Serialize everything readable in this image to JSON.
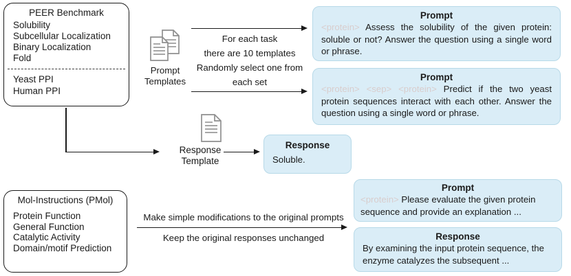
{
  "colors": {
    "panel_fill": "#daedf7",
    "panel_border": "#b7d9e8",
    "tag_text": "#d8cdcd",
    "outline": "#1a1a1a",
    "icon_gray": "#8f8f8f"
  },
  "peer": {
    "title": "PEER Benchmark",
    "tasks": [
      "Solubility",
      "Subcellular Localization",
      "Binary Localization",
      "Fold"
    ],
    "ppi_tasks": [
      "Yeast PPI",
      "Human PPI"
    ]
  },
  "prompt_templates_label": {
    "line1": "Prompt",
    "line2": "Templates"
  },
  "selection_note": {
    "lines": [
      "For each task",
      "there are 10 templates",
      "Randomly select one from",
      "each set"
    ]
  },
  "prompt1": {
    "title": "Prompt",
    "tag1": "<protein>",
    "text": "Assess the solubility of the given protein: soluble or not? Answer the question using a single word or phrase."
  },
  "prompt2": {
    "title": "Prompt",
    "tag1": "<protein>",
    "tag2": "<sep>",
    "tag3": "<protein>",
    "text": "Predict if the two yeast protein sequences interact with each other. Answer the question using a single word or phrase."
  },
  "response_template_label": {
    "line1": "Response",
    "line2": "Template"
  },
  "response1": {
    "title": "Response",
    "text": "Soluble."
  },
  "mol": {
    "title": "Mol-Instructions (PMol)",
    "tasks": [
      "Protein Function",
      "General Function",
      "Catalytic Activity",
      "Domain/motif Prediction"
    ]
  },
  "modification_note": {
    "line1": "Make simple modifications to the original prompts",
    "line2": "Keep the original responses unchanged"
  },
  "prompt3": {
    "title": "Prompt",
    "tag1": "<protein>",
    "text": "Please evaluate the given protein sequence and provide an explanation ..."
  },
  "response2": {
    "title": "Response",
    "text": "By examining the input protein sequence, the enzyme catalyzes the subsequent ..."
  }
}
